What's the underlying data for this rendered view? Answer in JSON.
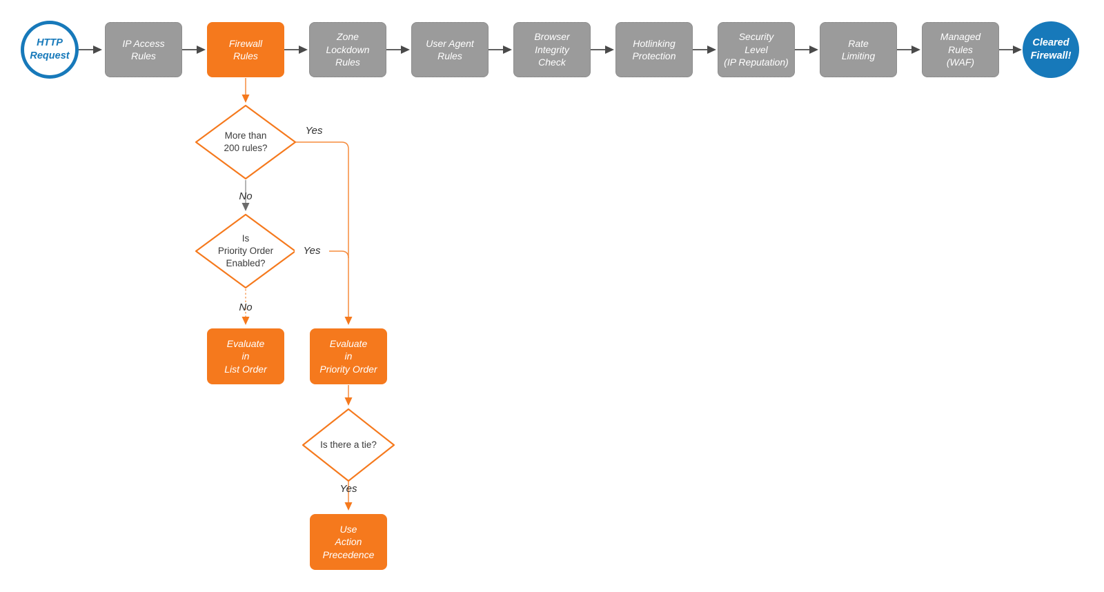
{
  "diagram": {
    "subject": "HTTP request firewall evaluation flowchart"
  },
  "colors": {
    "accent_orange": "#F5791D",
    "node_gray": "#9B9B9B",
    "accent_blue": "#1779BA",
    "connector_dark": "#4A4A4A",
    "connector_light_gray": "#999999",
    "text_dark": "#3A3A3A",
    "text_light": "#FFFFFF"
  },
  "pipeline": {
    "start": {
      "label": "HTTP\nRequest"
    },
    "stages": [
      {
        "label": "IP Access\nRules",
        "highlighted": false
      },
      {
        "label": "Firewall\nRules",
        "highlighted": true
      },
      {
        "label": "Zone\nLockdown\nRules",
        "highlighted": false
      },
      {
        "label": "User Agent\nRules",
        "highlighted": false
      },
      {
        "label": "Browser\nIntegrity\nCheck",
        "highlighted": false
      },
      {
        "label": "Hotlinking\nProtection",
        "highlighted": false
      },
      {
        "label": "Security\nLevel\n(IP Reputation)",
        "highlighted": false
      },
      {
        "label": "Rate\nLimiting",
        "highlighted": false
      },
      {
        "label": "Managed\nRules\n(WAF)",
        "highlighted": false
      }
    ],
    "end": {
      "label": "Cleared\nFirewall!"
    }
  },
  "firewall_detail": {
    "decisions": [
      {
        "label": "More than\n200 rules?"
      },
      {
        "label": "Is\nPriority Order\nEnabled?"
      },
      {
        "label": "Is there a tie?"
      }
    ],
    "actions": [
      {
        "label": "Evaluate\nin\nList Order"
      },
      {
        "label": "Evaluate\nin\nPriority Order"
      },
      {
        "label": "Use\nAction\nPrecedence"
      }
    ],
    "edge_labels": {
      "d1_yes": "Yes",
      "d1_no": "No",
      "d2_yes": "Yes",
      "d2_no": "No",
      "d3_yes": "Yes"
    }
  }
}
